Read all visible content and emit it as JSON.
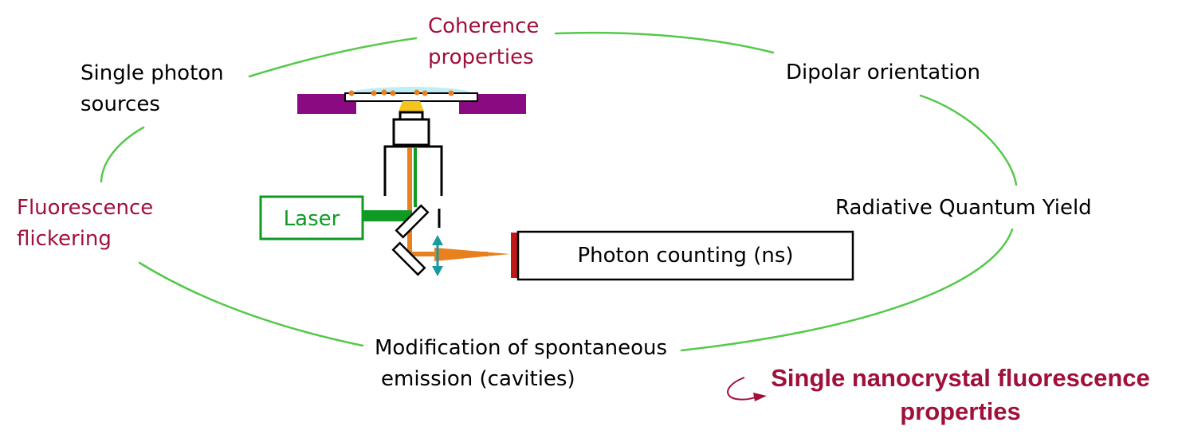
{
  "colors": {
    "ring": "#54c94a",
    "accent_text": "#a0103a",
    "laser": "#0f9a24",
    "emission": "#e8801e",
    "stage": "#8a0a82",
    "arrow": "#1a9aa0",
    "detector": "#c01818",
    "sample_glow": "#f3c51a"
  },
  "topics": {
    "coherence_line1": "Coherence",
    "coherence_line2": "properties",
    "single_photon_line1": "Single photon",
    "single_photon_line2": "sources",
    "dipolar": "Dipolar orientation",
    "fluorescence_line1": "Fluorescence",
    "fluorescence_line2": "flickering",
    "radiative": "Radiative Quantum Yield",
    "modification_line1": "Modification of spontaneous",
    "modification_line2": "emission (cavities)"
  },
  "setup": {
    "laser_label": "Laser",
    "detector_label": "Photon counting (ns)"
  },
  "title": {
    "line1": "Single nanocrystal fluorescence",
    "line2": "properties"
  }
}
